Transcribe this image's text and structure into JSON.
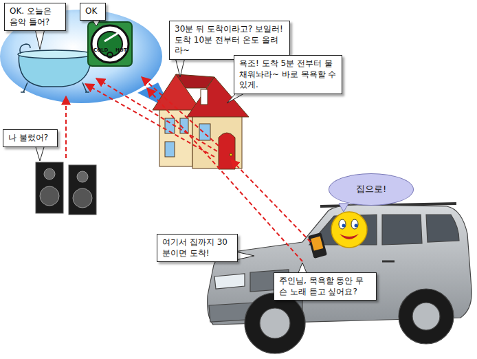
{
  "diagram": {
    "nodes": [
      {
        "text": [
          "OK. 오늘은 음악 틀어?"
        ]
      },
      {
        "text": [
          "OK"
        ]
      },
      {
        "text": [
          "30분 뒤 도착이라고? 보일러! 도착 10분 전부터 온도 올려라~"
        ]
      },
      {
        "text": [
          "욕조! 도착 5분 전부터 물 채워놔라~ 바로 목욕할 수 있게."
        ]
      },
      {
        "text": [
          "나 불렀어?"
        ]
      },
      {
        "text": [
          "집으로!"
        ]
      },
      {
        "text": [
          "여기서 집까지 30분이면 도착!"
        ]
      },
      {
        "text": [
          "주인님, 목욕할 동안 무슨 노래 듣고 싶어요?"
        ]
      }
    ],
    "labels": [
      "COLD",
      "HOT"
    ]
  }
}
